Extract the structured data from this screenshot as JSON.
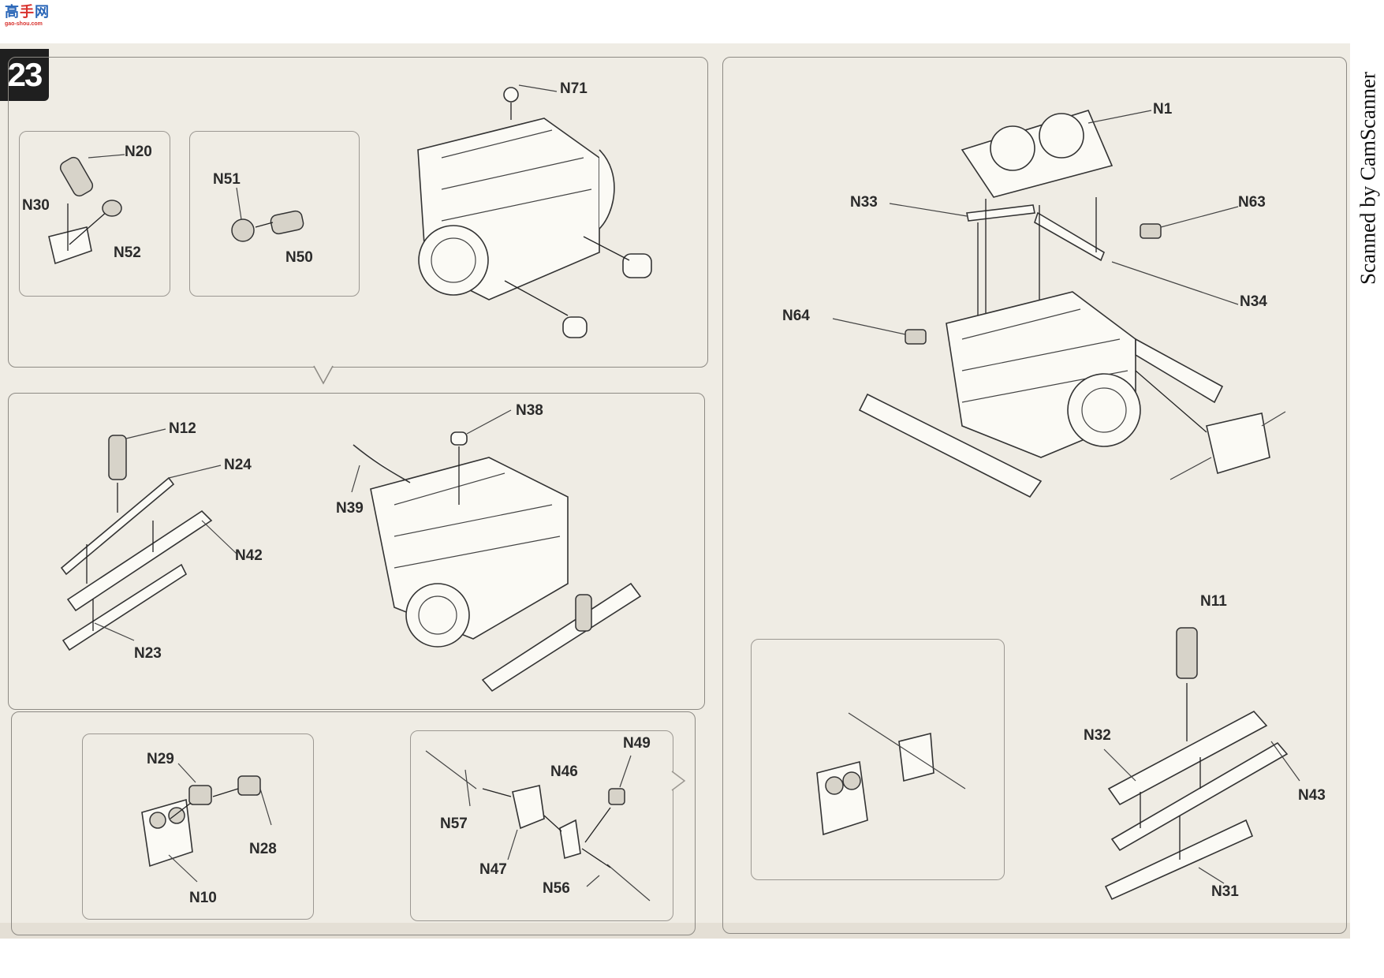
{
  "header": {
    "logo_chars": [
      "高",
      "手",
      "网"
    ],
    "logo_url": "gao-shou.com"
  },
  "step_number": "23",
  "watermark": "Scanned by CamScanner",
  "parts": {
    "n71": "N71",
    "n20": "N20",
    "n30": "N30",
    "n52": "N52",
    "n51": "N51",
    "n50": "N50",
    "n12": "N12",
    "n24": "N24",
    "n42": "N42",
    "n23": "N23",
    "n38": "N38",
    "n39": "N39",
    "n29": "N29",
    "n28": "N28",
    "n10": "N10",
    "n49": "N49",
    "n46": "N46",
    "n57": "N57",
    "n47": "N47",
    "n56": "N56",
    "n1": "N1",
    "n33": "N33",
    "n63": "N63",
    "n34": "N34",
    "n64": "N64",
    "n11": "N11",
    "n32": "N32",
    "n43": "N43",
    "n31": "N31"
  }
}
